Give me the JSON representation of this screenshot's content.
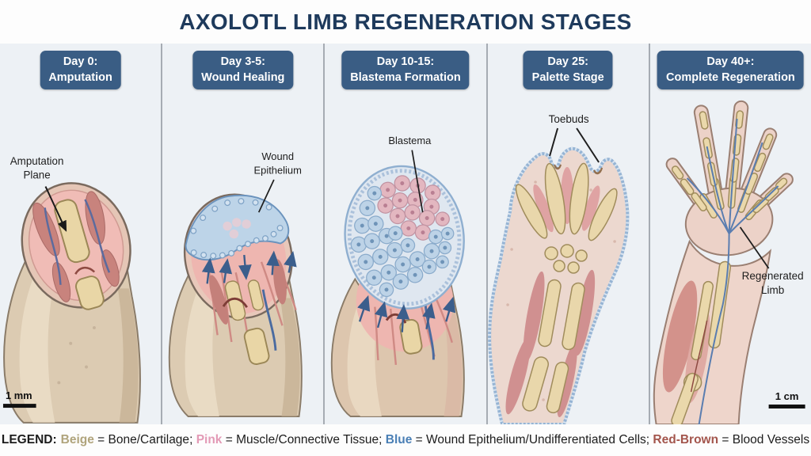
{
  "title": "AXOLOTL LIMB REGENERATION STAGES",
  "stages": [
    {
      "day": "Day 0:",
      "name": "Amputation",
      "annotation_lines": [
        "Amputation",
        "Plane"
      ],
      "scale_bar": "1 mm"
    },
    {
      "day": "Day 3-5:",
      "name": "Wound Healing",
      "annotation_lines": [
        "Wound",
        "Epithelium"
      ]
    },
    {
      "day": "Day 10-15:",
      "name": "Blastema Formation",
      "annotation_lines": [
        "Blastema"
      ]
    },
    {
      "day": "Day 25:",
      "name": "Palette Stage",
      "annotation_lines": [
        "Toebuds"
      ]
    },
    {
      "day": "Day 40+:",
      "name": "Complete Regeneration",
      "annotation_lines": [
        "Regenerated",
        "Limb"
      ],
      "scale_bar": "1 cm"
    }
  ],
  "legend": {
    "prefix": "LEGEND:",
    "eq": " = ",
    "sep": "; ",
    "items": [
      {
        "name": "Beige",
        "color": "#b0a47c",
        "definition": "Bone/Cartilage"
      },
      {
        "name": "Pink",
        "color": "#e39ab6",
        "definition": "Muscle/Connective Tissue"
      },
      {
        "name": "Blue",
        "color": "#4a7fb5",
        "definition": "Wound Epithelium/Undifferentiated Cells"
      },
      {
        "name": "Red-Brown",
        "color": "#a3554c",
        "definition": "Blood Vessels"
      }
    ]
  },
  "colors": {
    "title_text": "#1e3a5c",
    "stage_badge_bg": "#3a5d84",
    "stage_badge_text": "#ffffff",
    "panel_background": "#edf1f5",
    "divider": "#a6acb3",
    "bone_cartilage": "#e9d6a6",
    "muscle_tissue": "#eeb6b0",
    "wound_epithelium": "#bdd4e8",
    "blood_vessel_red": "#8e4a42",
    "blood_vessel_blue": "#5c6b9e",
    "arrow_blue": "#3b5e8c"
  }
}
